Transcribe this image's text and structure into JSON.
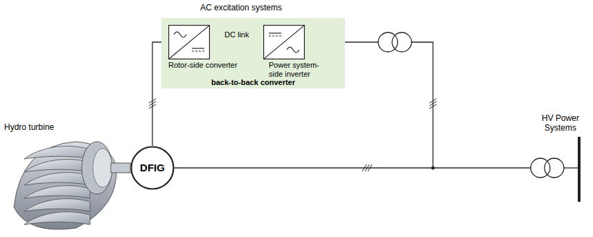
{
  "diagram": {
    "nodes": [
      {
        "text": [
          "AC excitation systems",
          "back-to-back converter"
        ]
      },
      {
        "text": [
          "Rotor-side converter"
        ],
        "in": 0
      },
      {
        "text": [
          "Power system-side inverter"
        ],
        "in": 0
      },
      {
        "text": [
          "DFIG"
        ]
      }
    ],
    "edges": [
      {
        "from": 3,
        "to": 1,
        "arrow": "none"
      },
      {
        "from": 1,
        "to": 2,
        "arrow": "none"
      }
    ],
    "labels": [
      "DC link",
      "Hydro turbine",
      "HV Power Systems"
    ]
  }
}
